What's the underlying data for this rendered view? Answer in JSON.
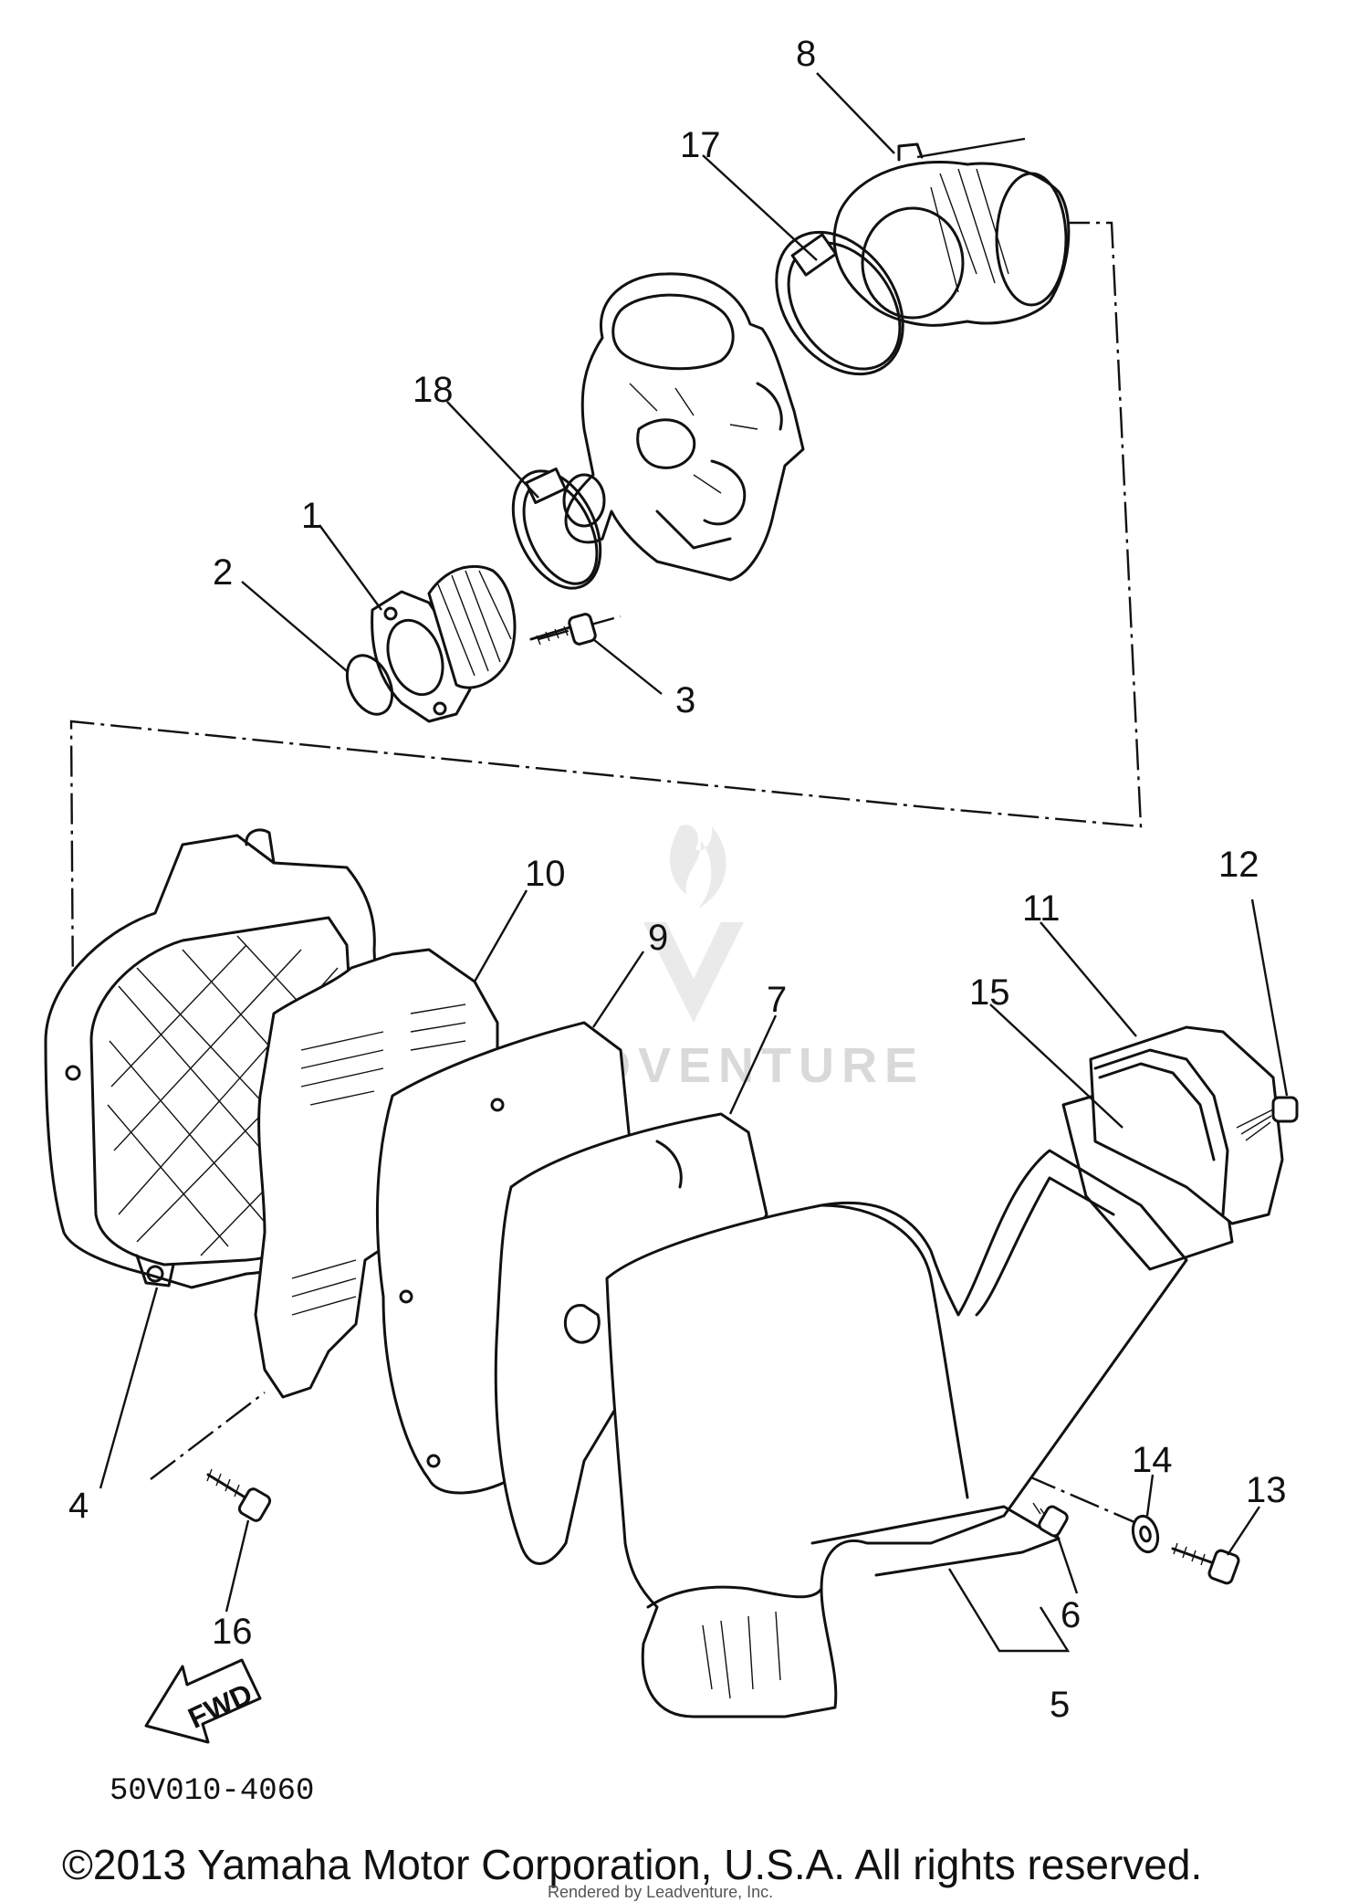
{
  "diagram": {
    "part_code": "50V010-4060",
    "copyright": "©2013 Yamaha Motor Corporation, U.S.A. All rights reserved.",
    "credit": "Rendered by Leadventure, Inc.",
    "watermark": "LEADVENTURE",
    "fwd_label": "FWD",
    "parts": [
      {
        "num": "1"
      },
      {
        "num": "2"
      },
      {
        "num": "3"
      },
      {
        "num": "4"
      },
      {
        "num": "5"
      },
      {
        "num": "6"
      },
      {
        "num": "7"
      },
      {
        "num": "8"
      },
      {
        "num": "9"
      },
      {
        "num": "10"
      },
      {
        "num": "11"
      },
      {
        "num": "12"
      },
      {
        "num": "13"
      },
      {
        "num": "14"
      },
      {
        "num": "15"
      },
      {
        "num": "16"
      },
      {
        "num": "17"
      },
      {
        "num": "18"
      }
    ]
  }
}
